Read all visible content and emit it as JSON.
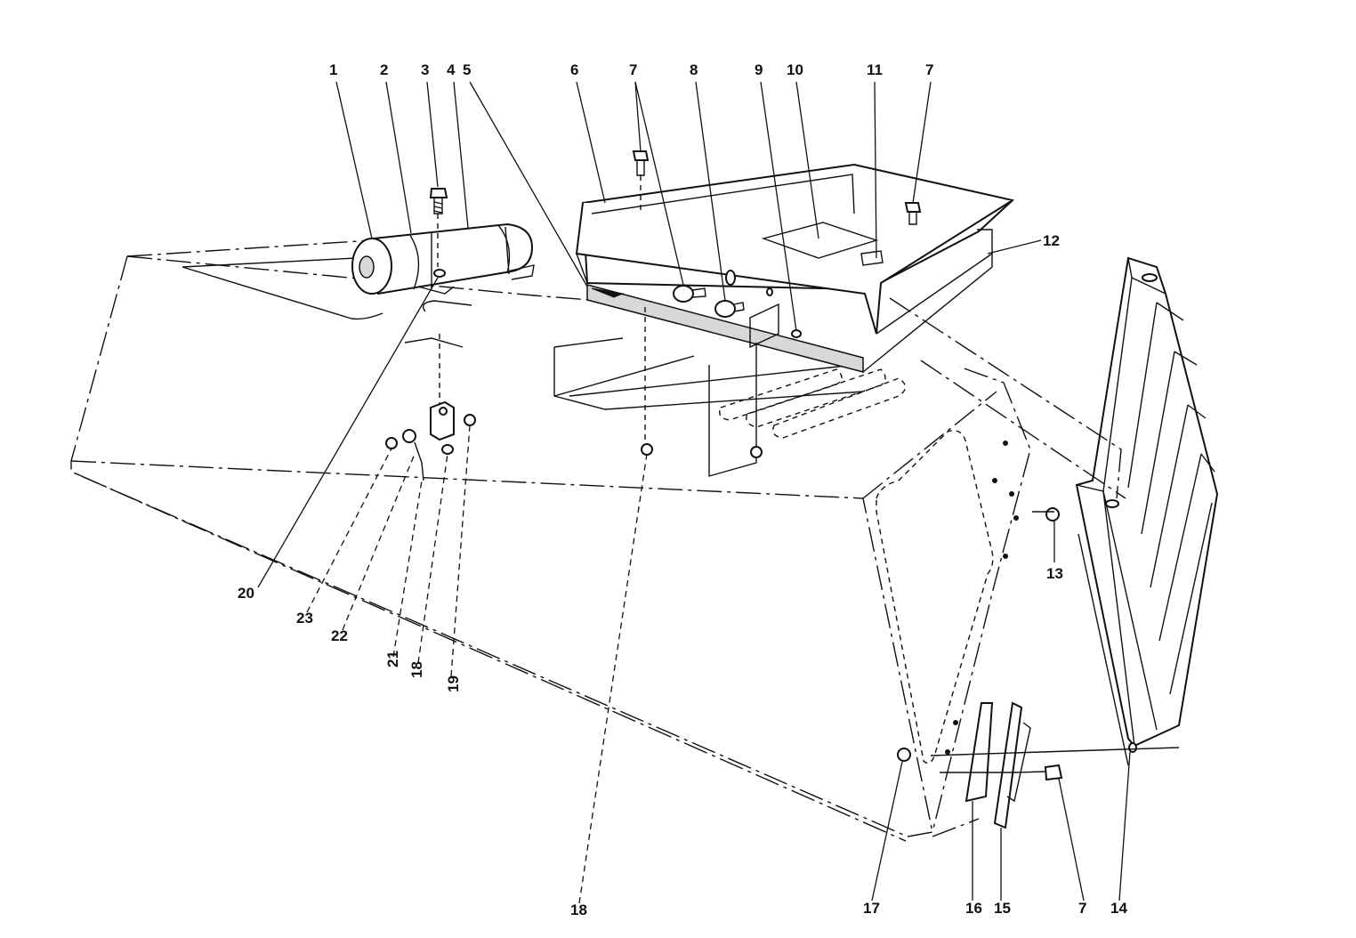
{
  "callouts": [
    {
      "id": "c1",
      "text": "1"
    },
    {
      "id": "c2",
      "text": "2"
    },
    {
      "id": "c3",
      "text": "3"
    },
    {
      "id": "c4",
      "text": "4"
    },
    {
      "id": "c5",
      "text": "5"
    },
    {
      "id": "c6",
      "text": "6"
    },
    {
      "id": "c7a",
      "text": "7"
    },
    {
      "id": "c8",
      "text": "8"
    },
    {
      "id": "c9",
      "text": "9"
    },
    {
      "id": "c10",
      "text": "10"
    },
    {
      "id": "c11",
      "text": "11"
    },
    {
      "id": "c7b",
      "text": "7"
    },
    {
      "id": "c12",
      "text": "12"
    },
    {
      "id": "c13",
      "text": "13"
    },
    {
      "id": "c14",
      "text": "14"
    },
    {
      "id": "c7c",
      "text": "7"
    },
    {
      "id": "c15",
      "text": "15"
    },
    {
      "id": "c16",
      "text": "16"
    },
    {
      "id": "c17",
      "text": "17"
    },
    {
      "id": "c18a",
      "text": "18"
    },
    {
      "id": "c18b",
      "text": "18"
    },
    {
      "id": "c19",
      "text": "19"
    },
    {
      "id": "c20",
      "text": "20"
    },
    {
      "id": "c21",
      "text": "21"
    },
    {
      "id": "c22",
      "text": "22"
    },
    {
      "id": "c23",
      "text": "23"
    }
  ],
  "colors": {
    "ink": "#111111",
    "paper": "#ffffff"
  }
}
